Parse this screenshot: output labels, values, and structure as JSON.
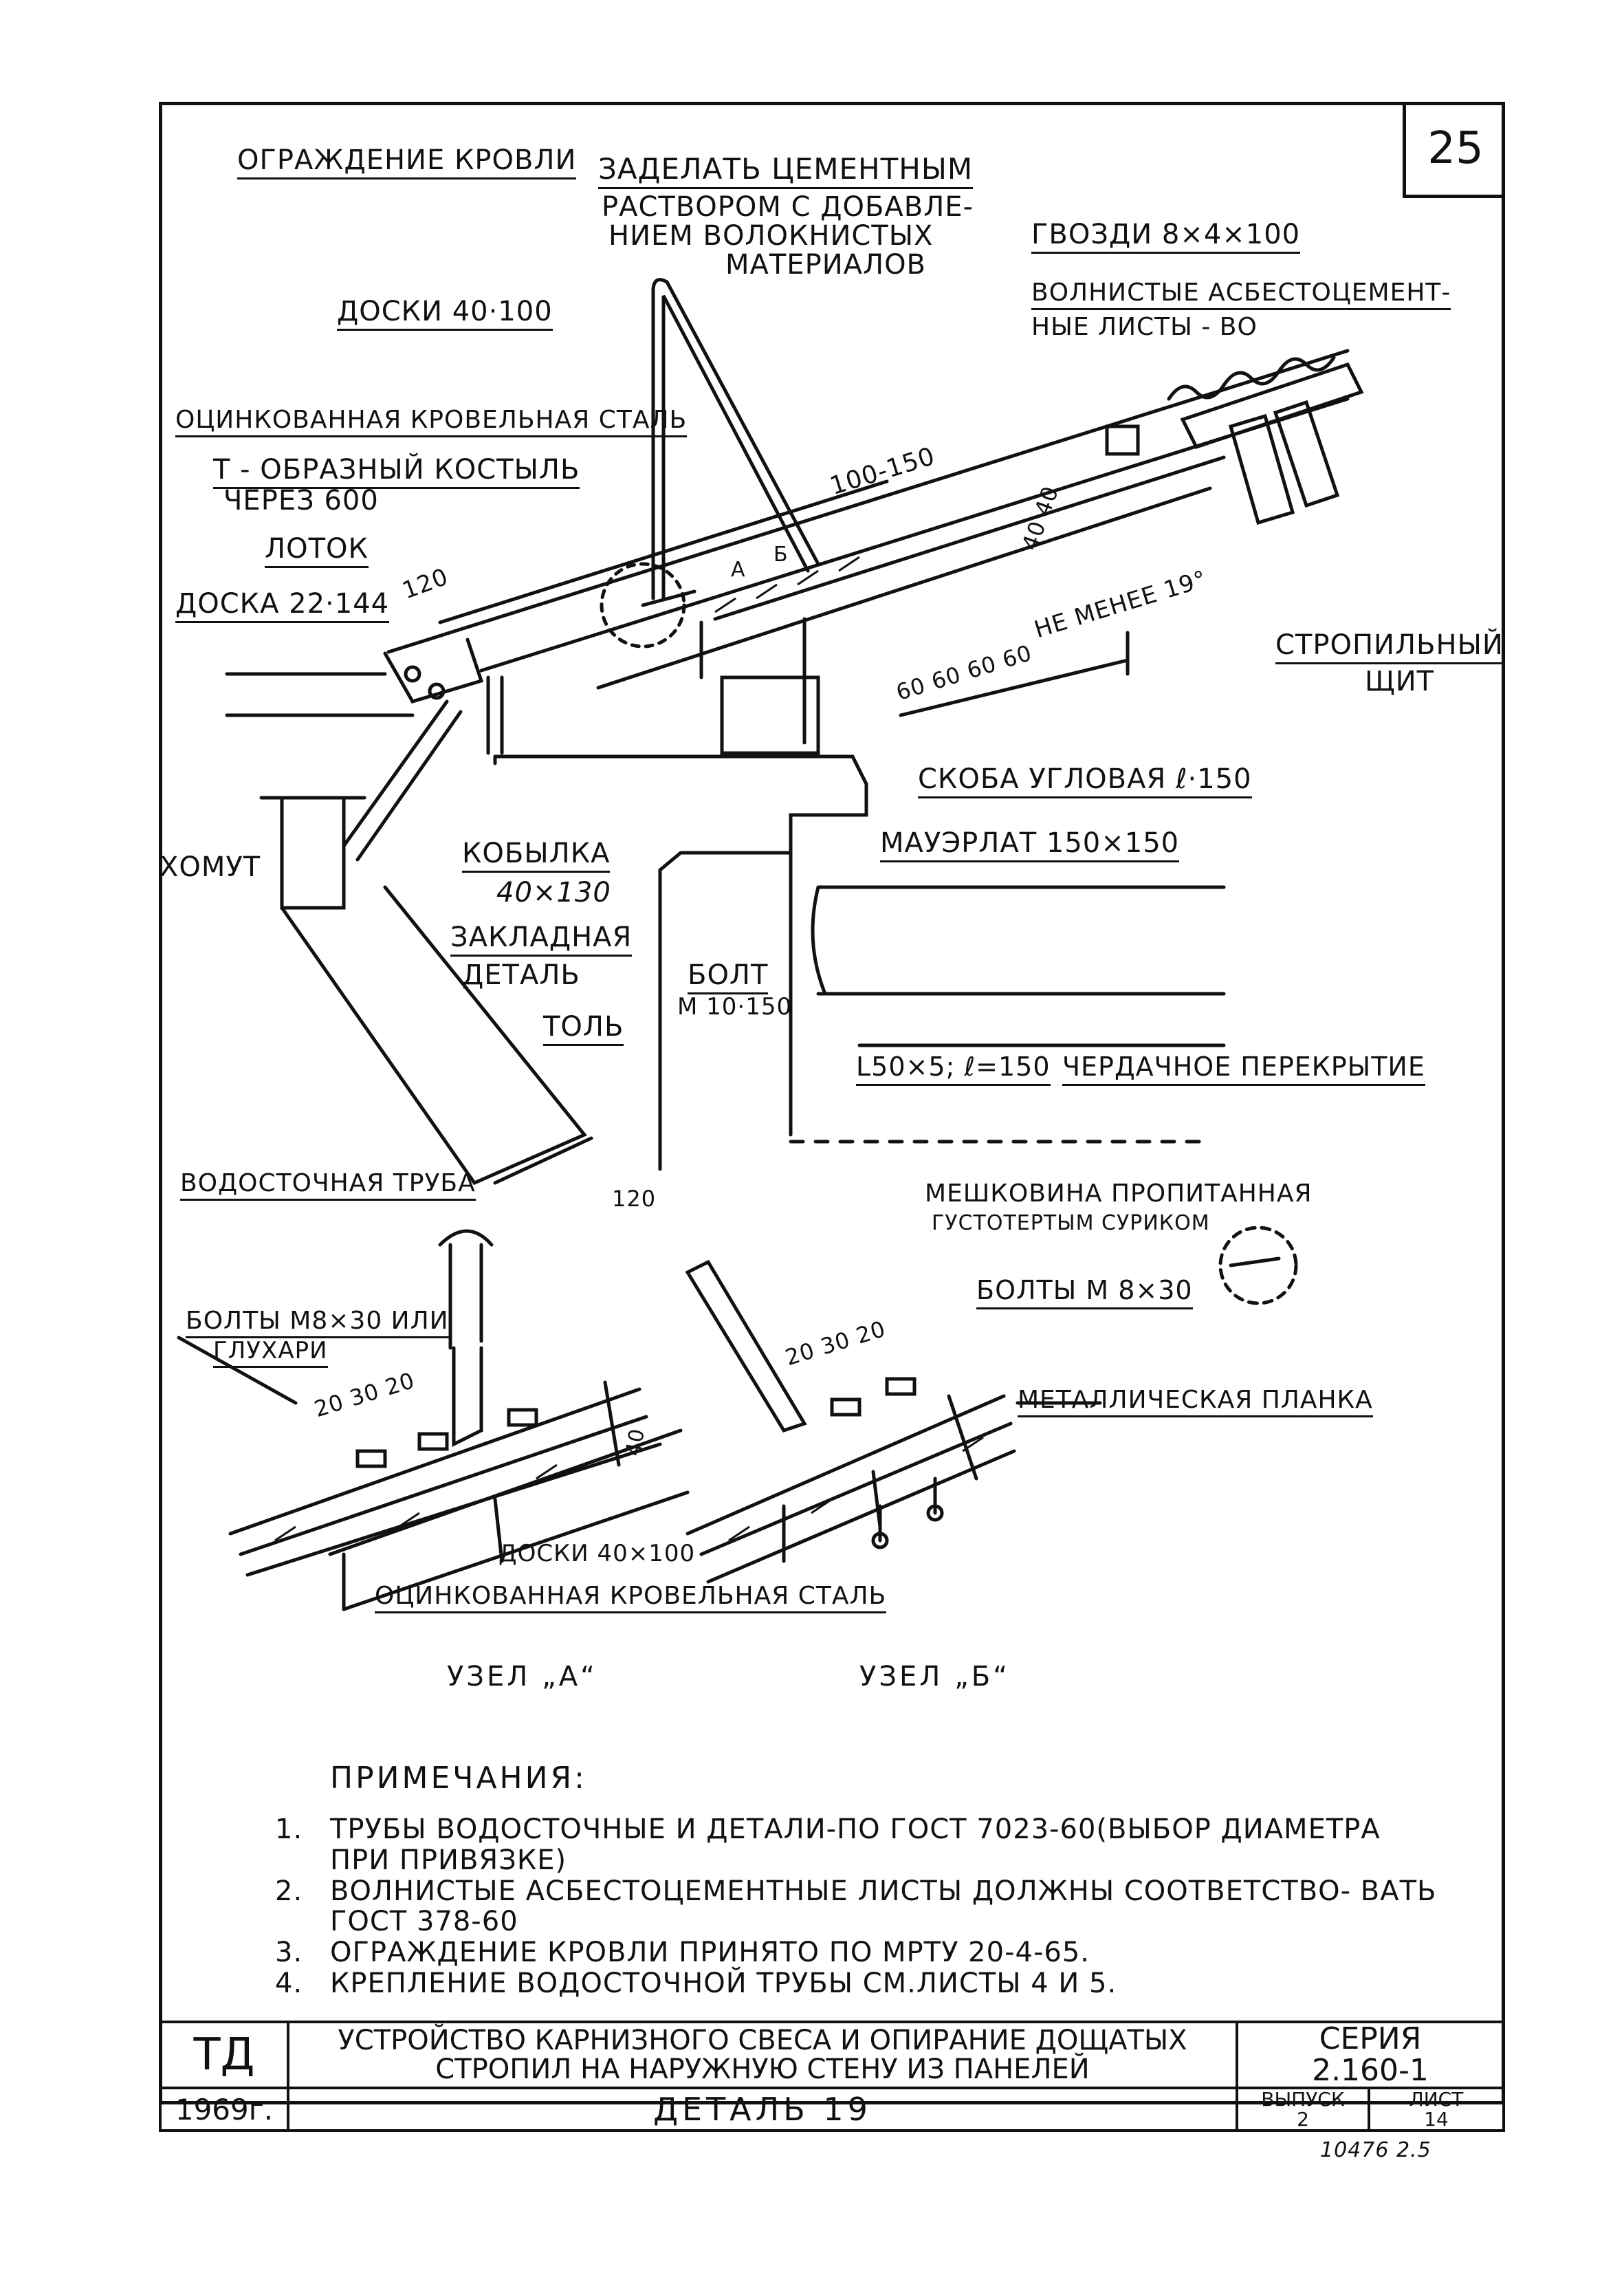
{
  "header": {
    "sheet_number": "25"
  },
  "labels": {
    "roof_fence": "ОГРАЖДЕНИЕ КРОВЛИ",
    "cement_seal_1": "ЗАДЕЛАТЬ ЦЕМЕНТНЫМ",
    "cement_seal_2": "РАСТВОРОМ С ДОБАВЛЕ-",
    "cement_seal_3": "НИЕМ ВОЛОКНИСТЫХ",
    "cement_seal_4": "МАТЕРИАЛОВ",
    "nails": "ГВОЗДИ 8×4×100",
    "corrugated_1": "ВОЛНИСТЫЕ АСБЕСТОЦЕМЕНТ-",
    "corrugated_2": "НЫЕ ЛИСТЫ - ВО",
    "boards_top": "ДОСКИ 40·100",
    "galv_steel_top": "ОЦИНКОВАННАЯ КРОВЕЛЬНАЯ СТАЛЬ",
    "t_bracket_1": "Т - ОБРАЗНЫЙ КОСТЫЛЬ",
    "t_bracket_2": "ЧЕРЕЗ 600",
    "gutter": "ЛОТОК",
    "board_22": "ДОСКА 22·144",
    "dim_120": "120",
    "dim_100_150": "100-150",
    "dim_40_40": "40 40",
    "slope": "НЕ МЕНЕЕ 19°",
    "dim_60s": "60 60 60 60",
    "rafter_panel_1": "СТРОПИЛЬНЫЙ",
    "rafter_panel_2": "ЩИТ",
    "mark_a": "А",
    "mark_b": "Б",
    "corner_bracket": "СКОБА УГЛОВАЯ ℓ·150",
    "wall_plate": "МАУЭРЛАТ 150×150",
    "clamp": "ХОМУТ",
    "sprocket_1": "КОБЫЛКА",
    "sprocket_2": "40×130",
    "embed_1": "ЗАКЛАДНАЯ",
    "embed_2": "ДЕТАЛЬ",
    "bolt_1": "БОЛТ",
    "bolt_2": "М 10·150",
    "tarpaper": "ТОЛЬ",
    "angle": "L50×5; ℓ=150",
    "attic_floor": "ЧЕРДАЧНОЕ ПЕРЕКРЫТИЕ",
    "downpipe": "ВОДОСТОЧНАЯ ТРУБА",
    "dim_120_b": "120",
    "burlap_1": "МЕШКОВИНА ПРОПИТАННАЯ",
    "burlap_2": "ГУСТОТЕРТЫМ СУРИКОМ",
    "bolts_m8": "БОЛТЫ М 8×30",
    "bolts_or_1": "БОЛТЫ М8×30 ИЛИ",
    "bolts_or_2": "ГЛУХАРИ",
    "dims_a": "20 30 20",
    "dims_b": "20 30 20",
    "dim_40": "40",
    "metal_strip": "МЕТАЛЛИЧЕСКАЯ ПЛАНКА",
    "boards_bottom": "ДОСКИ 40×100",
    "galv_steel_bottom": "ОЦИНКОВАННАЯ КРОВЕЛЬНАЯ СТАЛЬ",
    "node_a": "УЗЕЛ „А“",
    "node_b": "УЗЕЛ „Б“"
  },
  "notes": {
    "title": "ПРИМЕЧАНИЯ:",
    "items": [
      {
        "num": "1.",
        "text": "ТРУБЫ ВОДОСТОЧНЫЕ И ДЕТАЛИ-ПО ГОСТ 7023-60(ВЫБОР ДИАМЕТРА ПРИ ПРИВЯЗКЕ)"
      },
      {
        "num": "2.",
        "text": "ВОЛНИСТЫЕ АСБЕСТОЦЕМЕНТНЫЕ ЛИСТЫ ДОЛЖНЫ СООТВЕТСТВО- ВАТЬ ГОСТ 378-60"
      },
      {
        "num": "3.",
        "text": "ОГРАЖДЕНИЕ КРОВЛИ ПРИНЯТО ПО МРТУ 20-4-65."
      },
      {
        "num": "4.",
        "text": "КРЕПЛЕНИЕ ВОДОСТОЧНОЙ ТРУБЫ СМ.ЛИСТЫ 4 И 5."
      }
    ]
  },
  "title_block": {
    "logo": "ТД",
    "title_1": "УСТРОЙСТВО КАРНИЗНОГО СВЕСА И ОПИРАНИЕ ДОЩАТЫХ",
    "title_2": "СТРОПИЛ НА НАРУЖНУЮ СТЕНУ ИЗ ПАНЕЛЕЙ",
    "series_label": "СЕРИЯ",
    "series_value": "2.160-1",
    "year": "1969г.",
    "detail": "ДЕТАЛЬ 19",
    "issue_label": "ВЫПУСК",
    "issue_value": "2",
    "sheet_label": "ЛИСТ",
    "sheet_value": "14",
    "stamp": "10476 2.5"
  }
}
